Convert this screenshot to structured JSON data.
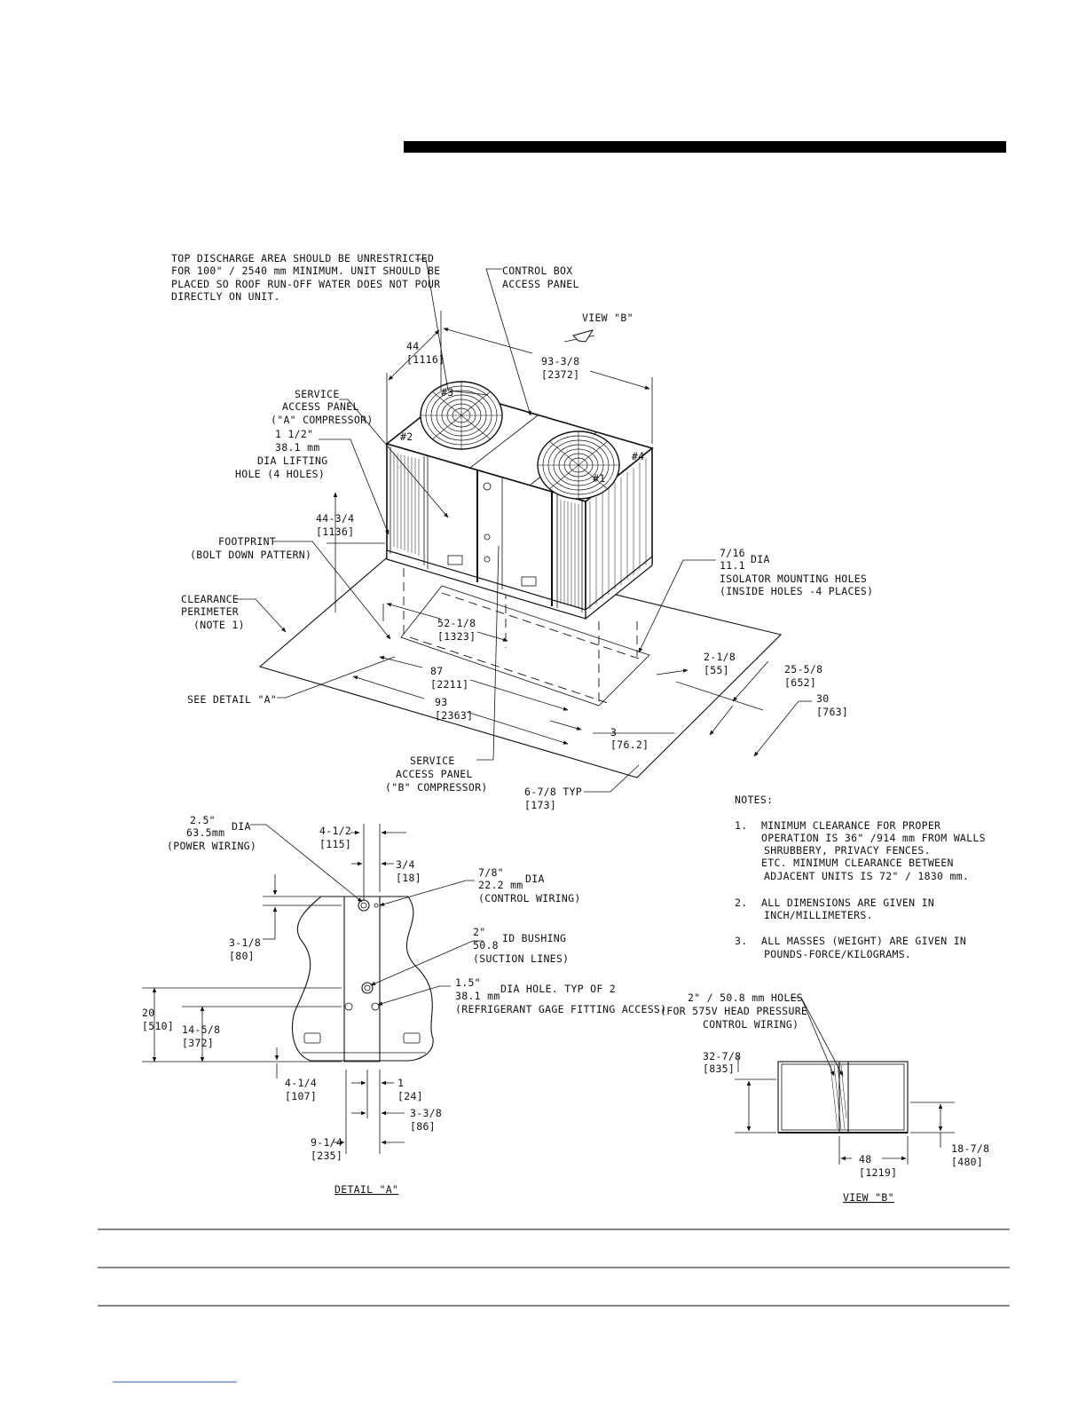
{
  "detail_plan": {
    "top_discharge_note": [
      "TOP DISCHARGE AREA SHOULD BE UNRESTRICTED",
      "FOR 100\" / 2540 mm MINIMUM.  UNIT SHOULD BE",
      "PLACED SO ROOF RUN-OFF WATER DOES NOT POUR",
      "DIRECTLY ON UNIT."
    ],
    "control_box": [
      "CONTROL BOX",
      "ACCESS PANEL"
    ],
    "view_b_marker": "VIEW \"B\"",
    "dim_width": [
      "44",
      "[1116]"
    ],
    "dim_length": [
      "93-3/8",
      "[2372]"
    ],
    "service_a": [
      "SERVICE",
      "ACCESS PANEL",
      "(\"A\" COMPRESSOR)"
    ],
    "lifting_hole": [
      "1 1/2\"",
      "38.1 mm",
      "DIA LIFTING",
      "HOLE (4 HOLES)"
    ],
    "dim_height": [
      "44-3/4",
      "[1136]"
    ],
    "footprint": [
      "FOOTPRINT",
      "(BOLT DOWN PATTERN)"
    ],
    "clearance": [
      "CLEARANCE",
      "PERIMETER",
      "(NOTE 1)"
    ],
    "isolator": [
      "7/16",
      "11.1",
      "DIA",
      "ISOLATOR MOUNTING HOLES",
      "(INSIDE HOLES -4 PLACES)"
    ],
    "dim_52": [
      "52-1/8",
      "[1323]"
    ],
    "dim_87": [
      "87",
      "[2211]"
    ],
    "dim_93": [
      "93",
      "[2363]"
    ],
    "see_detail": "SEE DETAIL \"A\"",
    "dim_2_1_8": [
      "2-1/8",
      "[55]"
    ],
    "dim_25_5_8": [
      "25-5/8",
      "[652]"
    ],
    "dim_30": [
      "30",
      "[763]"
    ],
    "dim_3": [
      "3",
      "[76.2]"
    ],
    "service_b": [
      "SERVICE",
      "ACCESS PANEL",
      "(\"B\" COMPRESSOR)"
    ],
    "dim_typ": [
      "6-7/8 TYP",
      "[173]"
    ],
    "fan_marks": [
      "#3",
      "#2",
      "#4",
      "#1"
    ]
  },
  "notes": {
    "heading": "NOTES:",
    "items": [
      [
        "1.",
        "MINIMUM CLEARANCE FOR PROPER",
        "OPERATION IS 36\" /914 mm FROM WALLS",
        "SHRUBBERY, PRIVACY FENCES.",
        "ETC.  MINIMUM CLEARANCE BETWEEN",
        "ADJACENT UNITS IS 72\" / 1830 mm."
      ],
      [
        "2.",
        "ALL DIMENSIONS ARE GIVEN IN",
        "INCH/MILLIMETERS."
      ],
      [
        "3.",
        "ALL MASSES (WEIGHT) ARE GIVEN IN",
        "POUNDS-FORCE/KILOGRAMS."
      ]
    ]
  },
  "detail_a": {
    "power": [
      "2.5\"",
      "63.5mm",
      "DIA",
      "(POWER WIRING)"
    ],
    "d_4_1_2": [
      "4-1/2",
      "[115]"
    ],
    "d_3_4": [
      "3/4",
      "[18]"
    ],
    "control": [
      "7/8\"",
      "22.2 mm",
      "DIA",
      "(CONTROL WIRING)"
    ],
    "d_3_1_8": [
      "3-1/8",
      "[80]"
    ],
    "suction": [
      "2\"",
      "50.8",
      "ID BUSHING",
      "(SUCTION LINES)"
    ],
    "gage": [
      "1.5\"",
      "38.1 mm",
      "DIA HOLE. TYP OF 2",
      "(REFRIGERANT GAGE FITTING ACCESS)"
    ],
    "d_20": [
      "20",
      "[510]"
    ],
    "d_14_5_8": [
      "14-5/8",
      "[372]"
    ],
    "d_4_1_4": [
      "4-1/4",
      "[107]"
    ],
    "d_1": [
      "1",
      "[24]"
    ],
    "d_3_3_8": [
      "3-3/8",
      "[86]"
    ],
    "d_9_1_4": [
      "9-1/4",
      "[235]"
    ],
    "title": "DETAIL \"A\""
  },
  "view_b": {
    "holes": [
      "2\" / 50.8 mm HOLES",
      "(FOR 575V HEAD PRESSURE",
      "CONTROL WIRING)"
    ],
    "d_32_7_8": [
      "32-7/8",
      "[835]"
    ],
    "d_48": [
      "48",
      "[1219]"
    ],
    "d_18_7_8": [
      "18-7/8",
      "[480]"
    ],
    "title": "VIEW \"B\""
  }
}
